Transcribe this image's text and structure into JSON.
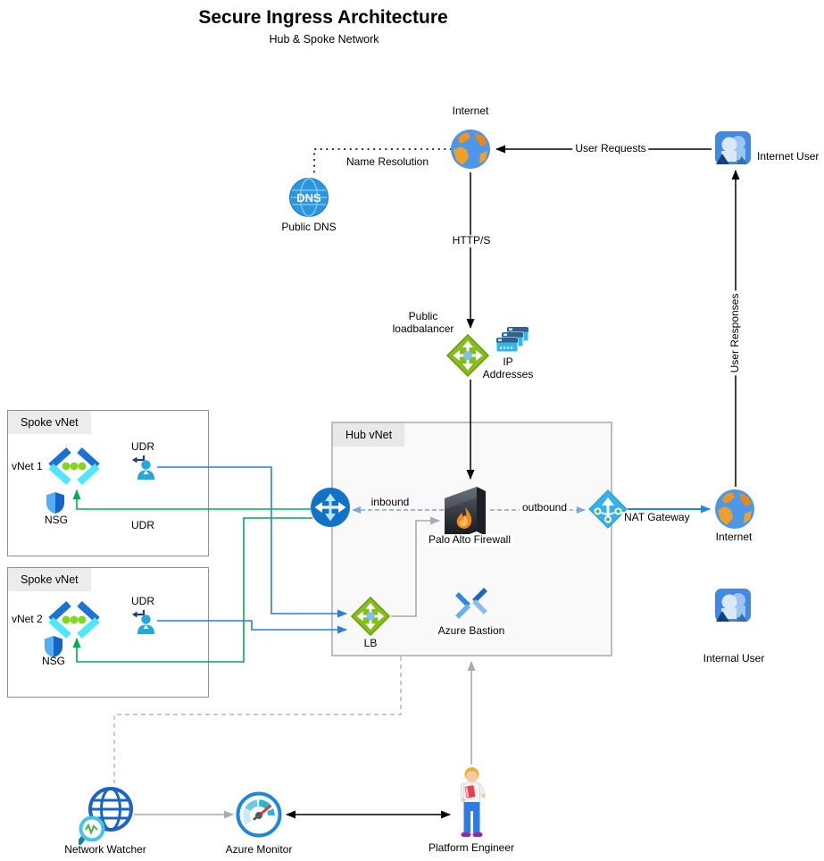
{
  "title": {
    "main": "Secure Ingress Architecture",
    "sub": "Hub & Spoke Network"
  },
  "containers": {
    "hub_label": "Hub vNet",
    "spoke1_label": "Spoke vNet",
    "spoke2_label": "Spoke vNet"
  },
  "nodes": {
    "internet_top": "Internet",
    "internet_user": "Internet User",
    "public_dns": "Public DNS",
    "dns_icon": "DNS",
    "public_lb_line1": "Public",
    "public_lb_line2": "loadbalancer",
    "ip_line1": "IP",
    "ip_line2": "Addresses",
    "vnet1": "vNet 1",
    "vnet2": "vNet 2",
    "nsg1": "NSG",
    "nsg2": "NSG",
    "udr1": "UDR",
    "udr1b": "UDR",
    "udr2": "UDR",
    "palo_alto": "Palo Alto Firewall",
    "nat_gateway": "NAT Gateway",
    "internet_right": "Internet",
    "azure_bastion": "Azure Bastion",
    "lb": "LB",
    "internal_user": "Internal User",
    "network_watcher": "Network Watcher",
    "azure_monitor": "Azure Monitor",
    "platform_engineer": "Platform Engineer"
  },
  "edges": {
    "user_requests": "User Requests",
    "name_resolution": "Name Resolution",
    "https": "HTTP/S",
    "user_responses": "User Responses",
    "inbound": "inbound",
    "outbound": "outbound"
  },
  "colors": {
    "azure_blue": "#1b72d4",
    "cyan_accent": "#50e6ff",
    "lb_green": "#85bc1e",
    "route_green": "#00ad53",
    "route_blue": "#2b7de0",
    "dashed_blue": "#7da7dc",
    "line_gray": "#ababab",
    "globe_orange": "#ef9420"
  }
}
